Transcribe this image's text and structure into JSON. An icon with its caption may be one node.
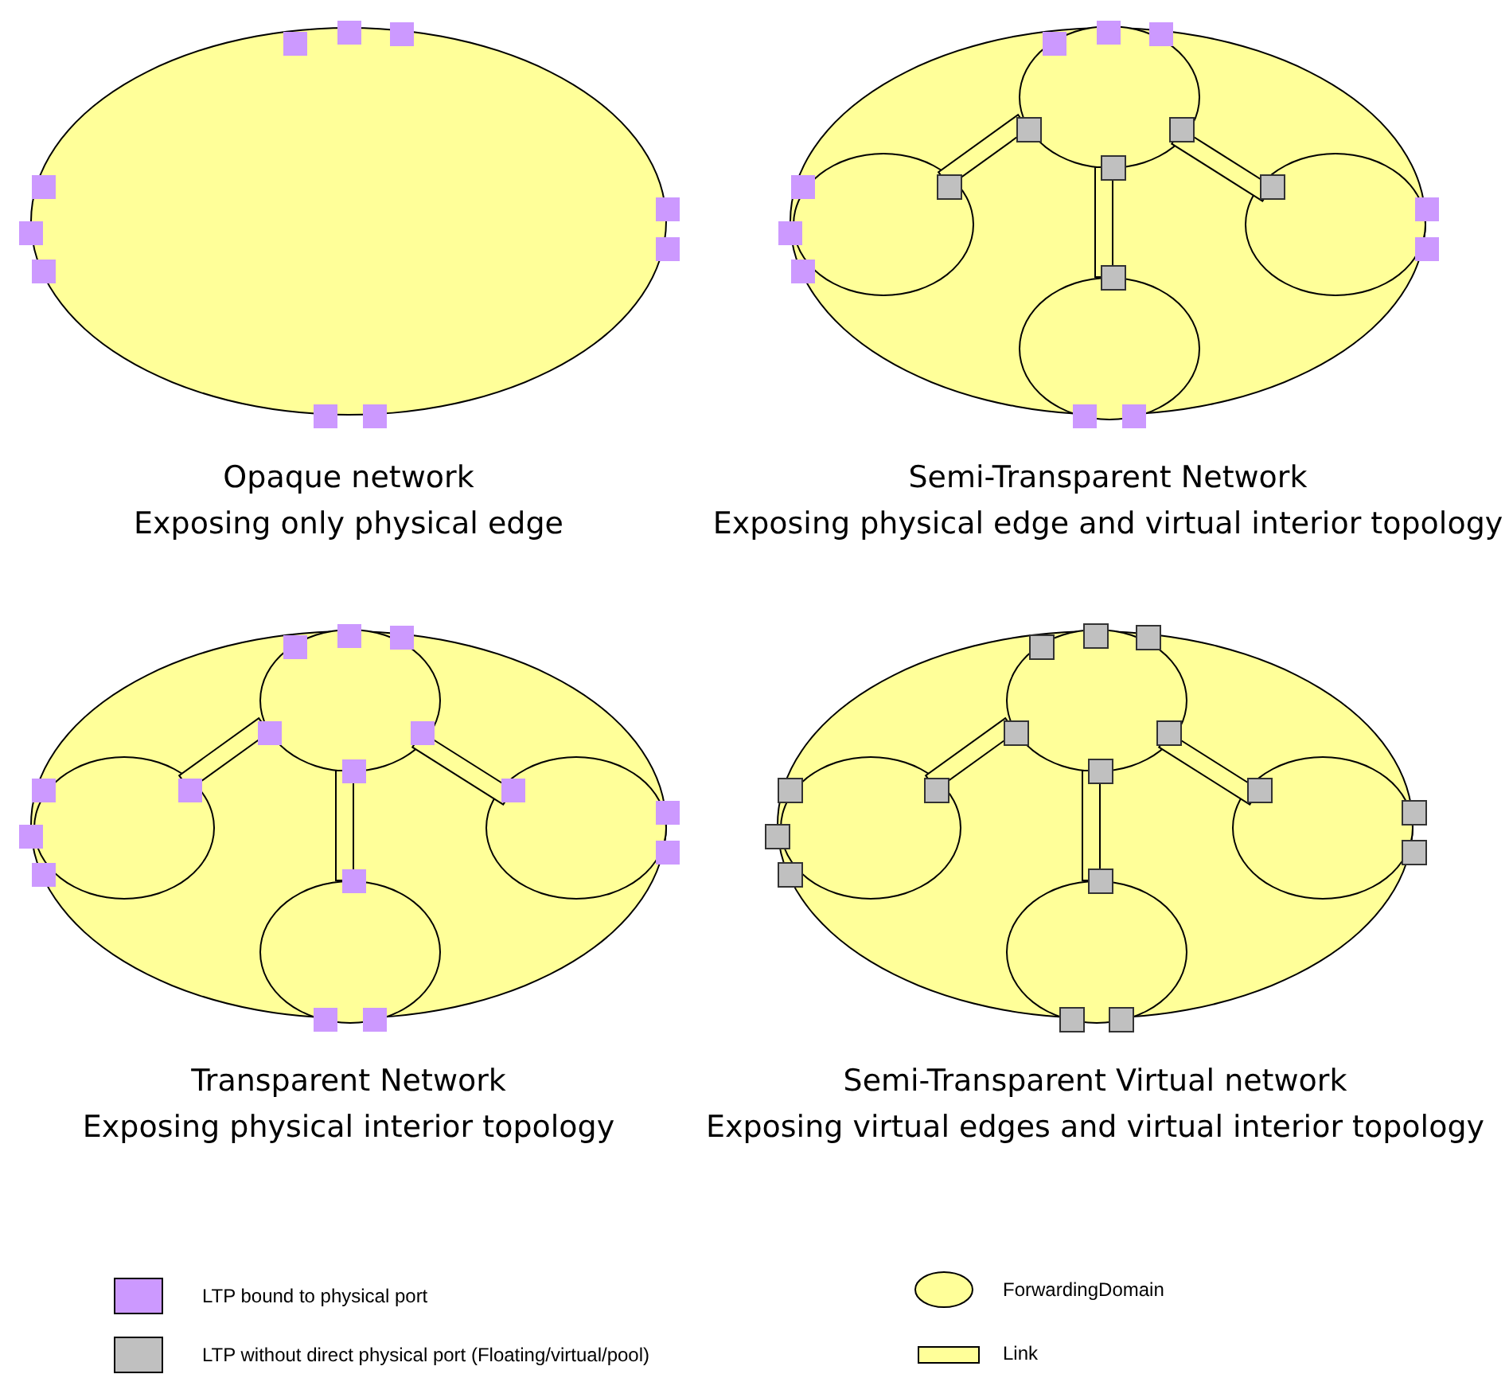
{
  "diagram": {
    "nodes": [
      {
        "text": [],
        "shape": "ellipse",
        "beside": [
          "Opaque network",
          "Exposing only physical edge"
        ]
      },
      {
        "text": [],
        "shape": "ellipse",
        "beside": [
          "Semi-Transparent Network",
          "Exposing physical edge and virtual interior topology"
        ]
      },
      {
        "text": [],
        "shape": "ellipse",
        "in": 1
      },
      {
        "text": [],
        "shape": "ellipse",
        "in": 1
      },
      {
        "text": [],
        "shape": "ellipse",
        "in": 1
      },
      {
        "text": [],
        "shape": "ellipse",
        "in": 1
      },
      {
        "text": [],
        "shape": "ellipse",
        "beside": [
          "Transparent Network",
          "Exposing physical interior topology"
        ]
      },
      {
        "text": [],
        "shape": "ellipse",
        "in": 6
      },
      {
        "text": [],
        "shape": "ellipse",
        "in": 6
      },
      {
        "text": [],
        "shape": "ellipse",
        "in": 6
      },
      {
        "text": [],
        "shape": "ellipse",
        "in": 6
      },
      {
        "text": [],
        "shape": "ellipse",
        "beside": [
          "Semi-Transparent Virtual network",
          "Exposing virtual edges and virtual interior topology"
        ]
      },
      {
        "text": [],
        "shape": "ellipse",
        "in": 11
      },
      {
        "text": [],
        "shape": "ellipse",
        "in": 11
      },
      {
        "text": [],
        "shape": "ellipse",
        "in": 11
      },
      {
        "text": [],
        "shape": "ellipse",
        "in": 11
      }
    ],
    "edges": [
      {
        "from": 2,
        "to": 3,
        "arrow": "none"
      },
      {
        "from": 2,
        "to": 4,
        "arrow": "none"
      },
      {
        "from": 2,
        "to": 5,
        "arrow": "none"
      },
      {
        "from": 7,
        "to": 8,
        "arrow": "none"
      },
      {
        "from": 7,
        "to": 9,
        "arrow": "none"
      },
      {
        "from": 7,
        "to": 10,
        "arrow": "none"
      },
      {
        "from": 12,
        "to": 13,
        "arrow": "none"
      },
      {
        "from": 12,
        "to": 14,
        "arrow": "none"
      },
      {
        "from": 12,
        "to": 15,
        "arrow": "none"
      }
    ],
    "legend": [
      {
        "text": "LTP bound to physical port",
        "color": "#cc99ff"
      },
      {
        "text": "LTP without direct physical port (Floating/virtual/pool)",
        "color": "#c0c0c0"
      },
      {
        "text": "ForwardingDomain",
        "color": "#ffff99"
      },
      {
        "text": "Link",
        "color": "#ffff99"
      }
    ]
  }
}
